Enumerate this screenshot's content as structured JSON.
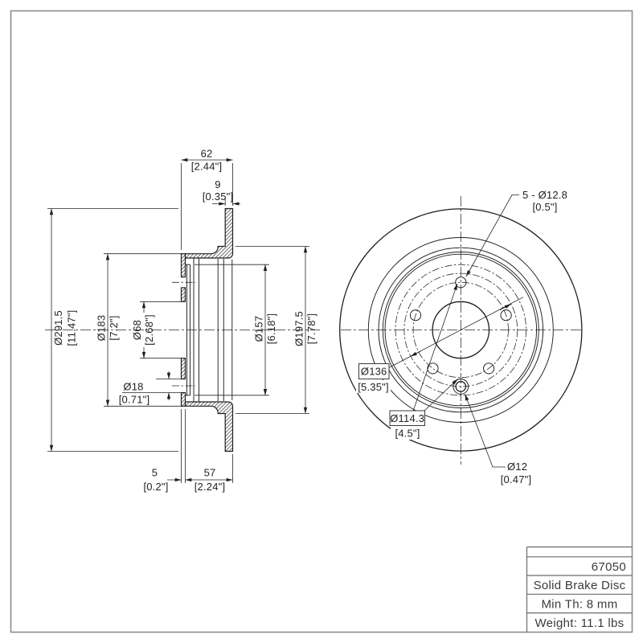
{
  "colors": {
    "line": "#1f1f1f",
    "page_border": "#8c8c8c",
    "background": "#ffffff"
  },
  "section_view": {
    "dims": {
      "overall_width": {
        "mm": "62",
        "in": "[2.44\"]"
      },
      "disc_thickness": {
        "mm": "9",
        "in": "[0.35\"]"
      },
      "outer_diameter": {
        "mm": "Ø291.5",
        "in": "[11.47\"]"
      },
      "hat_diameter": {
        "mm": "Ø183",
        "in": "[7.2\"]"
      },
      "center_bore": {
        "mm": "Ø68",
        "in": "[2.68\"]"
      },
      "hole_18": {
        "mm": "Ø18",
        "in": "[0.71\"]"
      },
      "hat_wall": {
        "mm": "5",
        "in": "[0.2\"]"
      },
      "offset_width": {
        "mm": "57",
        "in": "[2.24\"]"
      },
      "step_diameter": {
        "mm": "Ø157",
        "in": "[6.18\"]"
      },
      "friction_inner": {
        "mm": "Ø197.5",
        "in": "[7.78\"]"
      }
    }
  },
  "front_view": {
    "labels": {
      "lug_holes": {
        "mm": "5 - Ø12.8",
        "in": "[0.5\"]"
      },
      "flange_circle": {
        "mm": "Ø136",
        "in": "[5.35\"]"
      },
      "bolt_circle": {
        "mm": "Ø114.3",
        "in": "[4.5\"]"
      },
      "pin_hole": {
        "mm": "Ø12",
        "in": "[0.47\"]"
      }
    }
  },
  "title_block": {
    "part_number": "67050",
    "product_type": "Solid Brake Disc",
    "min_thickness": "Min Th: 8 mm",
    "weight": "Weight: 11.1 lbs"
  }
}
